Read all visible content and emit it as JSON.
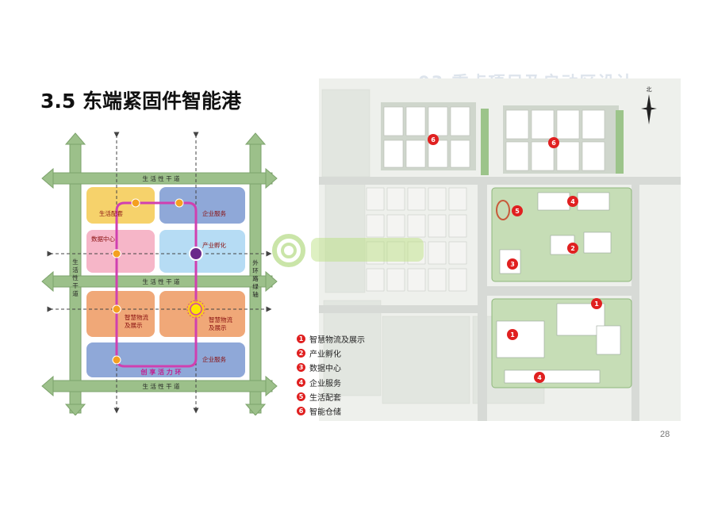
{
  "slide": {
    "title": "3.5 东端紧固件智能港",
    "page_number": "28",
    "banner": "03 重点项目及启动区设计"
  },
  "diagram": {
    "roads": {
      "top": "生 活 性 干 道",
      "middle": "生 活 性 干 道",
      "bottom": "生 活 性 干 道",
      "left_vertical": [
        "生",
        "活",
        "性",
        "干",
        "道"
      ],
      "right_vertical": [
        "外",
        "环",
        "路",
        "绿",
        "轴"
      ]
    },
    "zones": {
      "living": "生活配套",
      "enterprise_top": "企业服务",
      "data_center": "数据中心",
      "incubation": "产业孵化",
      "logistics_left": [
        "智慧物流",
        "及展示"
      ],
      "logistics_right": [
        "智慧物流",
        "及展示"
      ],
      "enterprise_bottom": "企业服务",
      "loop": "创 享 活 力 环"
    },
    "colors": {
      "road": "#9cc08a",
      "living": "#f6d26b",
      "service": "#8fa8d8",
      "data": "#f6b6c8",
      "incubation": "#b6dcf4",
      "logistics": "#f0a878",
      "loop": "#d040b0",
      "node": "#f4a020"
    }
  },
  "plan": {
    "compass": "北",
    "markers": [
      "6",
      "6",
      "5",
      "4",
      "3",
      "2",
      "1",
      "1",
      "4"
    ]
  },
  "legend": [
    {
      "num": "1",
      "label": "智慧物流及展示"
    },
    {
      "num": "2",
      "label": "产业孵化"
    },
    {
      "num": "3",
      "label": "数据中心"
    },
    {
      "num": "4",
      "label": "企业服务"
    },
    {
      "num": "5",
      "label": "生活配套"
    },
    {
      "num": "6",
      "label": "智能仓储"
    }
  ]
}
